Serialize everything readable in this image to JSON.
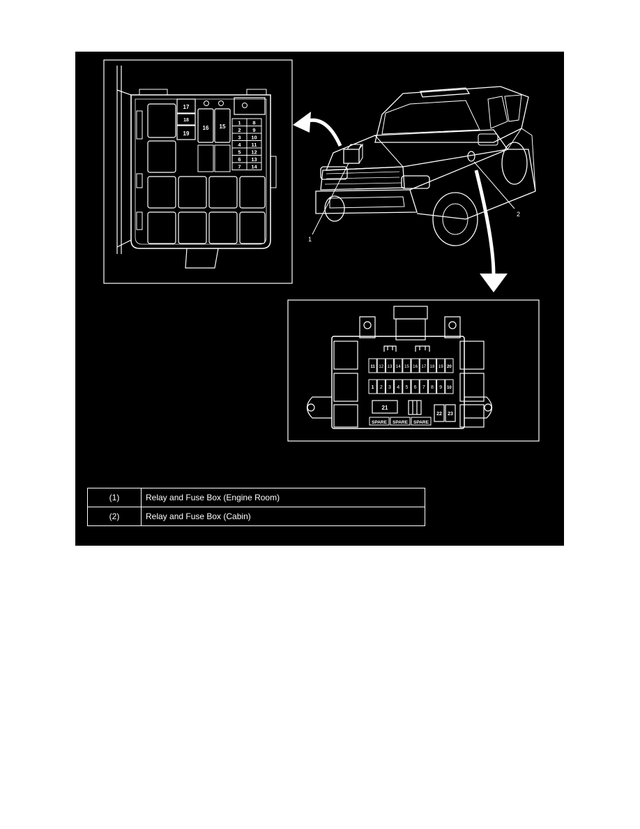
{
  "engine_box": {
    "relays": [
      "17",
      "18",
      "19",
      "16",
      "15"
    ],
    "fuse_rows": [
      [
        "1",
        "8"
      ],
      [
        "2",
        "9"
      ],
      [
        "3",
        "10"
      ],
      [
        "4",
        "11"
      ],
      [
        "5",
        "12"
      ],
      [
        "6",
        "13"
      ],
      [
        "7",
        "14"
      ]
    ]
  },
  "vehicle": {
    "callout_1": "1",
    "callout_2": "2"
  },
  "cabin_box": {
    "top_row": [
      "11",
      "12",
      "13",
      "14",
      "15",
      "16",
      "17",
      "18",
      "19",
      "20"
    ],
    "bottom_row": [
      "1",
      "2",
      "3",
      "4",
      "5",
      "6",
      "7",
      "8",
      "9",
      "10"
    ],
    "fuse_21": "21",
    "fuse_22": "22",
    "fuse_23": "23",
    "spares": [
      "SPARE",
      "SPARE",
      "SPARE"
    ]
  },
  "legend": [
    {
      "num": "(1)",
      "label": "Relay and Fuse Box (Engine Room)"
    },
    {
      "num": "(2)",
      "label": "Relay and Fuse Box (Cabin)"
    }
  ]
}
